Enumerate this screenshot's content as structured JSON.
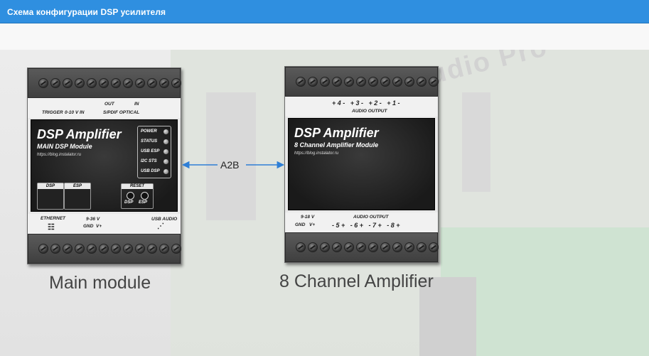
{
  "window": {
    "title": "Схема конфигурации DSP усилителя"
  },
  "background_text": "DSP Audio Pro",
  "main_module": {
    "caption": "Main module",
    "top_labels": {
      "trigger": "TRIGGER",
      "zero_ten_v_in": "0-10 V IN",
      "out": "OUT",
      "in": "IN",
      "spdif": "S/PDIF OPTICAL"
    },
    "panel_title": "DSP Amplifier",
    "panel_subtitle": "MAIN DSP Module",
    "panel_url": "https://blog.instalator.ru",
    "status_leds": [
      "POWER",
      "STATUS",
      "USB ESP",
      "I2C STS",
      "USB DSP"
    ],
    "buttons": {
      "dsp": "DSP",
      "esp": "ESP"
    },
    "reset": {
      "title": "RESET",
      "dsp": "DSP",
      "esp": "ESP"
    },
    "bottom_labels": {
      "ethernet": "ETHERNET",
      "voltage": "9-36 V",
      "gnd": "GND",
      "vplus": "V+",
      "usb_audio": "USB AUDIO"
    }
  },
  "amp_module": {
    "caption": "8 Channel Amplifier",
    "top_channels": "+ 4 -   + 3 -   + 2 -   + 1 -",
    "top_label": "AUDIO OUTPUT",
    "panel_title": "DSP Amplifier",
    "panel_subtitle": "8 Channel Amplifier Module",
    "panel_url": "https://blog.instalator.ru",
    "bottom_voltage": "9-18 V",
    "bottom_gnd": "GND",
    "bottom_vplus": "V+",
    "bottom_label": "AUDIO OUTPUT",
    "bottom_channels": "- 5 +   - 6 +   - 7 +   - 8 +"
  },
  "connection": {
    "label": "A2B",
    "color": "#2f7fd6"
  }
}
